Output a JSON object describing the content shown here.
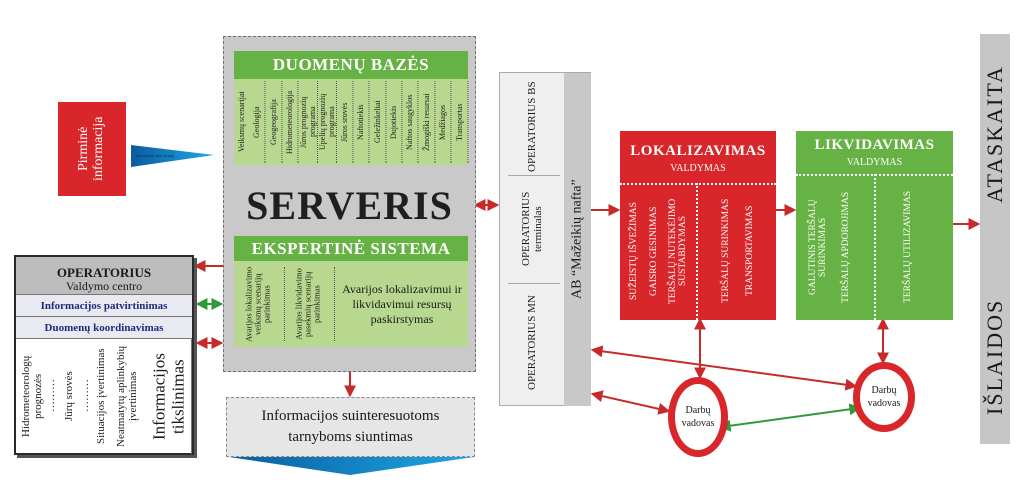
{
  "primary": {
    "label": "Pirminė informacija",
    "arrow_label": "Informacija apie avariją"
  },
  "database": {
    "title": "DUOMENŲ BAZĖS",
    "items": [
      "Veiksmų scenarijai",
      "Geologija",
      "Geogeografija",
      "Hidrometeorologija",
      "Jūros prognozių programa",
      "Upelių prognozių programa",
      "Jūros srovės",
      "Naftotiekis",
      "Geležinkeliai",
      "Dujotiekis",
      "Naftos saugyklos",
      "Žmogiški resursai",
      "Medžiagos",
      "Transportas"
    ]
  },
  "server": {
    "title": "SERVERIS"
  },
  "expert": {
    "title": "EKSPERTINĖ SISTEMA",
    "items": [
      "Avarijos lokalizavimo veiksmų scenarijų parinkimas",
      "Avarijos likvidavimo pasekmių scenarijų parinkimas"
    ],
    "main": "Avarijos lokalizavimui ir likvidavimui resursų paskirstymas"
  },
  "operator": {
    "title": "OPERATORIUS",
    "subtitle": "Valdymo centro",
    "rows": [
      "Informacijos patvirtinimas",
      "Duomenų koordinavimas"
    ],
    "items": [
      "Hidrometeorologų prognozės",
      "Jūrų srovės",
      "Situacijos įvertinimas",
      "Neatmatytų aplinkybių įvertinimas"
    ],
    "dots": "………",
    "refinement": "Informacijos tikslinimas"
  },
  "send": {
    "label": "Informacijos suinteresuotoms tarnyboms siuntimas"
  },
  "operators_col": {
    "bs": "OPERATORIUS BS",
    "terminal": "OPERATORIUS terminalas",
    "mn": "OPERATORIUS MN",
    "company": "AB “Mažeikių nafta”"
  },
  "localization": {
    "title": "LOKALIZAVIMAS",
    "subtitle": "VALDYMAS",
    "left": [
      "SUŽEISTŲ IŠVEŽIMAS",
      "GAISRO GESINIMAS",
      "TERŠALŲ NUTEKĖJIMO SUSTABDYMAS"
    ],
    "right": [
      "TERŠALŲ SURINKIMAS",
      "TRANSPORTAVIMAS"
    ]
  },
  "liquidation": {
    "title": "LIKVIDAVIMAS",
    "subtitle": "VALDYMAS",
    "left": [
      "GALUTINIS TERŠALŲ SURINKIMAS",
      "TERŠALŲ APDOROJIMAS"
    ],
    "right": [
      "TERŠALŲ UTILIZAVIMAS"
    ]
  },
  "work_leaders": [
    "Darbų vadovas",
    "Darbų vadovas"
  ],
  "report": {
    "title": "ATASKAITA",
    "costs": "IŠLAIDOS"
  },
  "colors": {
    "red": "#d9262a",
    "green": "#67b245",
    "light_green": "#b9d88f",
    "gray": "#c9c9c9",
    "blue": "#1d8fd6"
  }
}
